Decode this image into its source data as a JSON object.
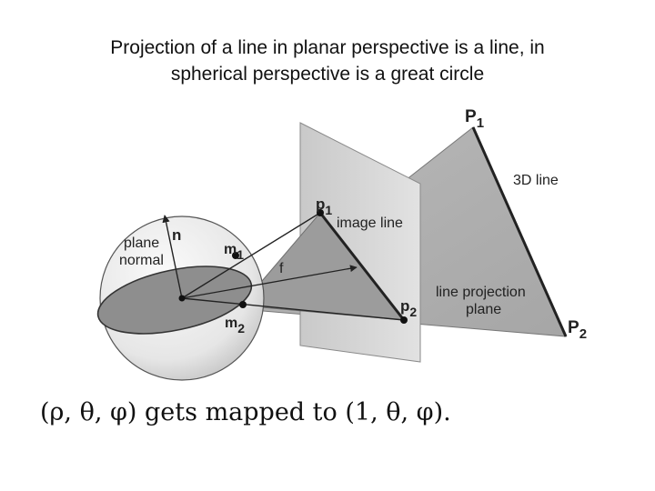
{
  "title": {
    "line1": "Projection of a line in planar perspective is a line, in",
    "line2": "spherical perspective is a great circle"
  },
  "labels": {
    "P": "P",
    "p": "p",
    "m": "m",
    "sub1": "1",
    "sub2": "2",
    "line_3d": "3D line",
    "image_line": "image line",
    "plane_normal_1": "plane",
    "plane_normal_2": "normal",
    "n": "n",
    "f": "f",
    "line_projection_plane_1": "line projection",
    "line_projection_plane_2": "plane"
  },
  "formula": "(ρ, θ, φ) gets mapped to (1, θ, φ)."
}
